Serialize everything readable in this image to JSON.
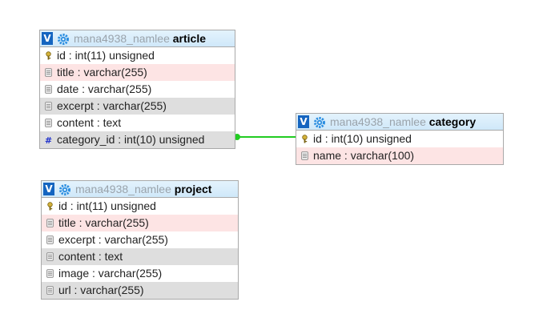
{
  "tables": {
    "article": {
      "db": "mana4938_namlee",
      "name": "article",
      "fields": [
        {
          "text": "id : int(11) unsigned",
          "icon": "primary-key-icon"
        },
        {
          "text": "title : varchar(255)",
          "icon": "field-icon"
        },
        {
          "text": "date : varchar(255)",
          "icon": "field-icon"
        },
        {
          "text": "excerpt : varchar(255)",
          "icon": "field-icon"
        },
        {
          "text": "content : text",
          "icon": "field-icon"
        },
        {
          "text": "category_id : int(10) unsigned",
          "icon": "index-icon"
        }
      ]
    },
    "category": {
      "db": "mana4938_namlee",
      "name": "category",
      "fields": [
        {
          "text": "id : int(10) unsigned",
          "icon": "primary-key-icon"
        },
        {
          "text": "name : varchar(100)",
          "icon": "field-icon"
        }
      ]
    },
    "project": {
      "db": "mana4938_namlee",
      "name": "project",
      "fields": [
        {
          "text": "id : int(11) unsigned",
          "icon": "primary-key-icon"
        },
        {
          "text": "title : varchar(255)",
          "icon": "field-icon"
        },
        {
          "text": "excerpt : varchar(255)",
          "icon": "field-icon"
        },
        {
          "text": "content : text",
          "icon": "field-icon"
        },
        {
          "text": "image : varchar(255)",
          "icon": "field-icon"
        },
        {
          "text": "url : varchar(255)",
          "icon": "field-icon"
        }
      ]
    }
  },
  "toggle_label": "V",
  "colors": {
    "relation": "#22cc22",
    "header_toggle": "#1565c0",
    "db_name": "#9aa3ab"
  }
}
